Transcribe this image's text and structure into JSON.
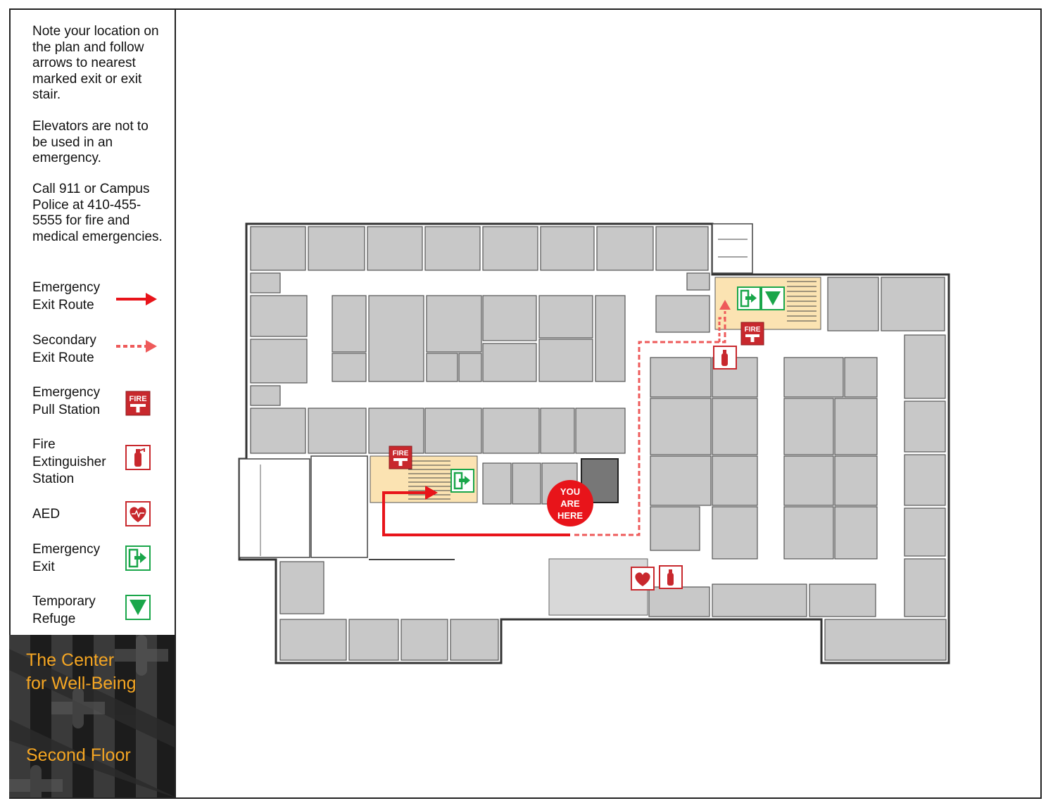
{
  "notes": [
    "Note your location on the plan and follow arrows to nearest marked exit or exit stair.",
    "Elevators are not to be used in an emergency.",
    "Call 911 or Campus Police at 410-455-5555 for fire and medical emergencies."
  ],
  "legend": {
    "emergency_route": {
      "l1": "Emergency",
      "l2": "Exit Route"
    },
    "secondary_route": {
      "l1": "Secondary",
      "l2": "Exit Route"
    },
    "pull_station": {
      "l1": "Emergency",
      "l2": "Pull Station"
    },
    "extinguisher": {
      "l1": "Fire",
      "l2": "Extinguisher",
      "l3": "Station"
    },
    "aed": {
      "l1": "AED"
    },
    "emergency_exit": {
      "l1": "Emergency",
      "l2": "Exit"
    },
    "refuge": {
      "l1": "Temporary",
      "l2": "Refuge"
    }
  },
  "fire_sign_text": "FIRE",
  "brand": {
    "line1": "The Center",
    "line2": "for Well-Being",
    "floor": "Second Floor"
  },
  "you_are_here": {
    "l1": "YOU",
    "l2": "ARE",
    "l3": "HERE"
  },
  "colors": {
    "route_red": "#e8141a",
    "secondary_red": "#ee5a5a",
    "room_gray": "#c8c8c8",
    "exit_green": "#1aa64a",
    "stair_tan": "#fbe3b2",
    "brand_orange": "#f5a623",
    "sign_red": "#c8282d"
  },
  "icons": [
    "fire-pull-station-icon",
    "fire-extinguisher-icon",
    "aed-heart-icon",
    "emergency-exit-icon",
    "temporary-refuge-icon",
    "elevator-icon",
    "stair-icon"
  ]
}
